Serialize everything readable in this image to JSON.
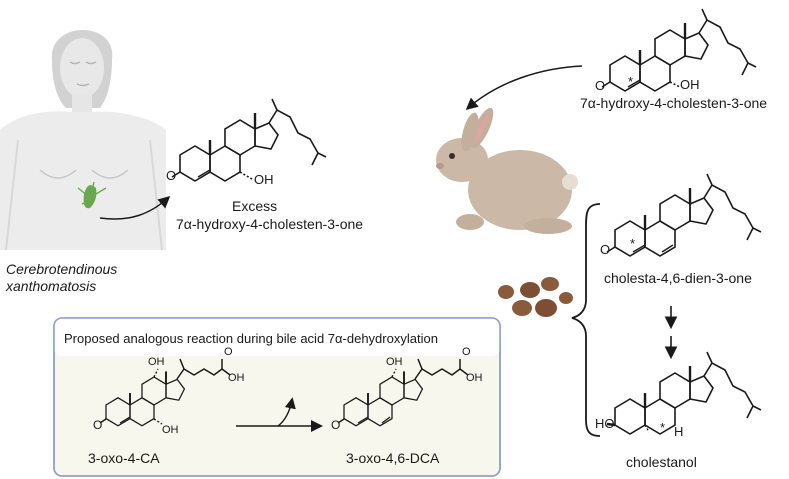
{
  "patient": {
    "condition_line1": "Cerebrotendinous",
    "condition_line2": "xanthomatosis"
  },
  "top_left_molecule": {
    "line1": "Excess",
    "line2": "7α-hydroxy-4-cholesten-3-one",
    "atom_o": "O",
    "atom_oh": "OH"
  },
  "top_right_molecule": {
    "name": "7α-hydroxy-4-cholesten-3-one",
    "atom_o": "O",
    "atom_oh": "OH",
    "stereo_mark": "*"
  },
  "pathway": {
    "step1_name": "cholesta-4,6-dien-3-one",
    "step1_atom_o": "O",
    "step1_stereo_mark": "*",
    "step2_name": "cholestanol",
    "step2_atom_ho": "HO",
    "step2_atom_h": "H",
    "step2_stereo_mark": "*"
  },
  "box": {
    "title": "Proposed analogous reaction during bile acid 7α-dehydroxylation",
    "left_name": "3-oxo-4-CA",
    "right_name": "3-oxo-4,6-DCA",
    "left_atoms": {
      "o": "O",
      "oh": "OH",
      "oh_top": "OH",
      "acid_o": "O",
      "acid_oh": "OH"
    },
    "right_atoms": {
      "o": "O",
      "oh_top": "OH",
      "acid_o": "O",
      "acid_oh": "OH"
    }
  },
  "colors": {
    "box_border": "#8ea2c8",
    "box_fill": "#f7f7ee",
    "skin": "#ededed",
    "rabbit": "#cbb8a6",
    "fecal": "#8a5a3c",
    "liver_green": "#6aa84f"
  }
}
